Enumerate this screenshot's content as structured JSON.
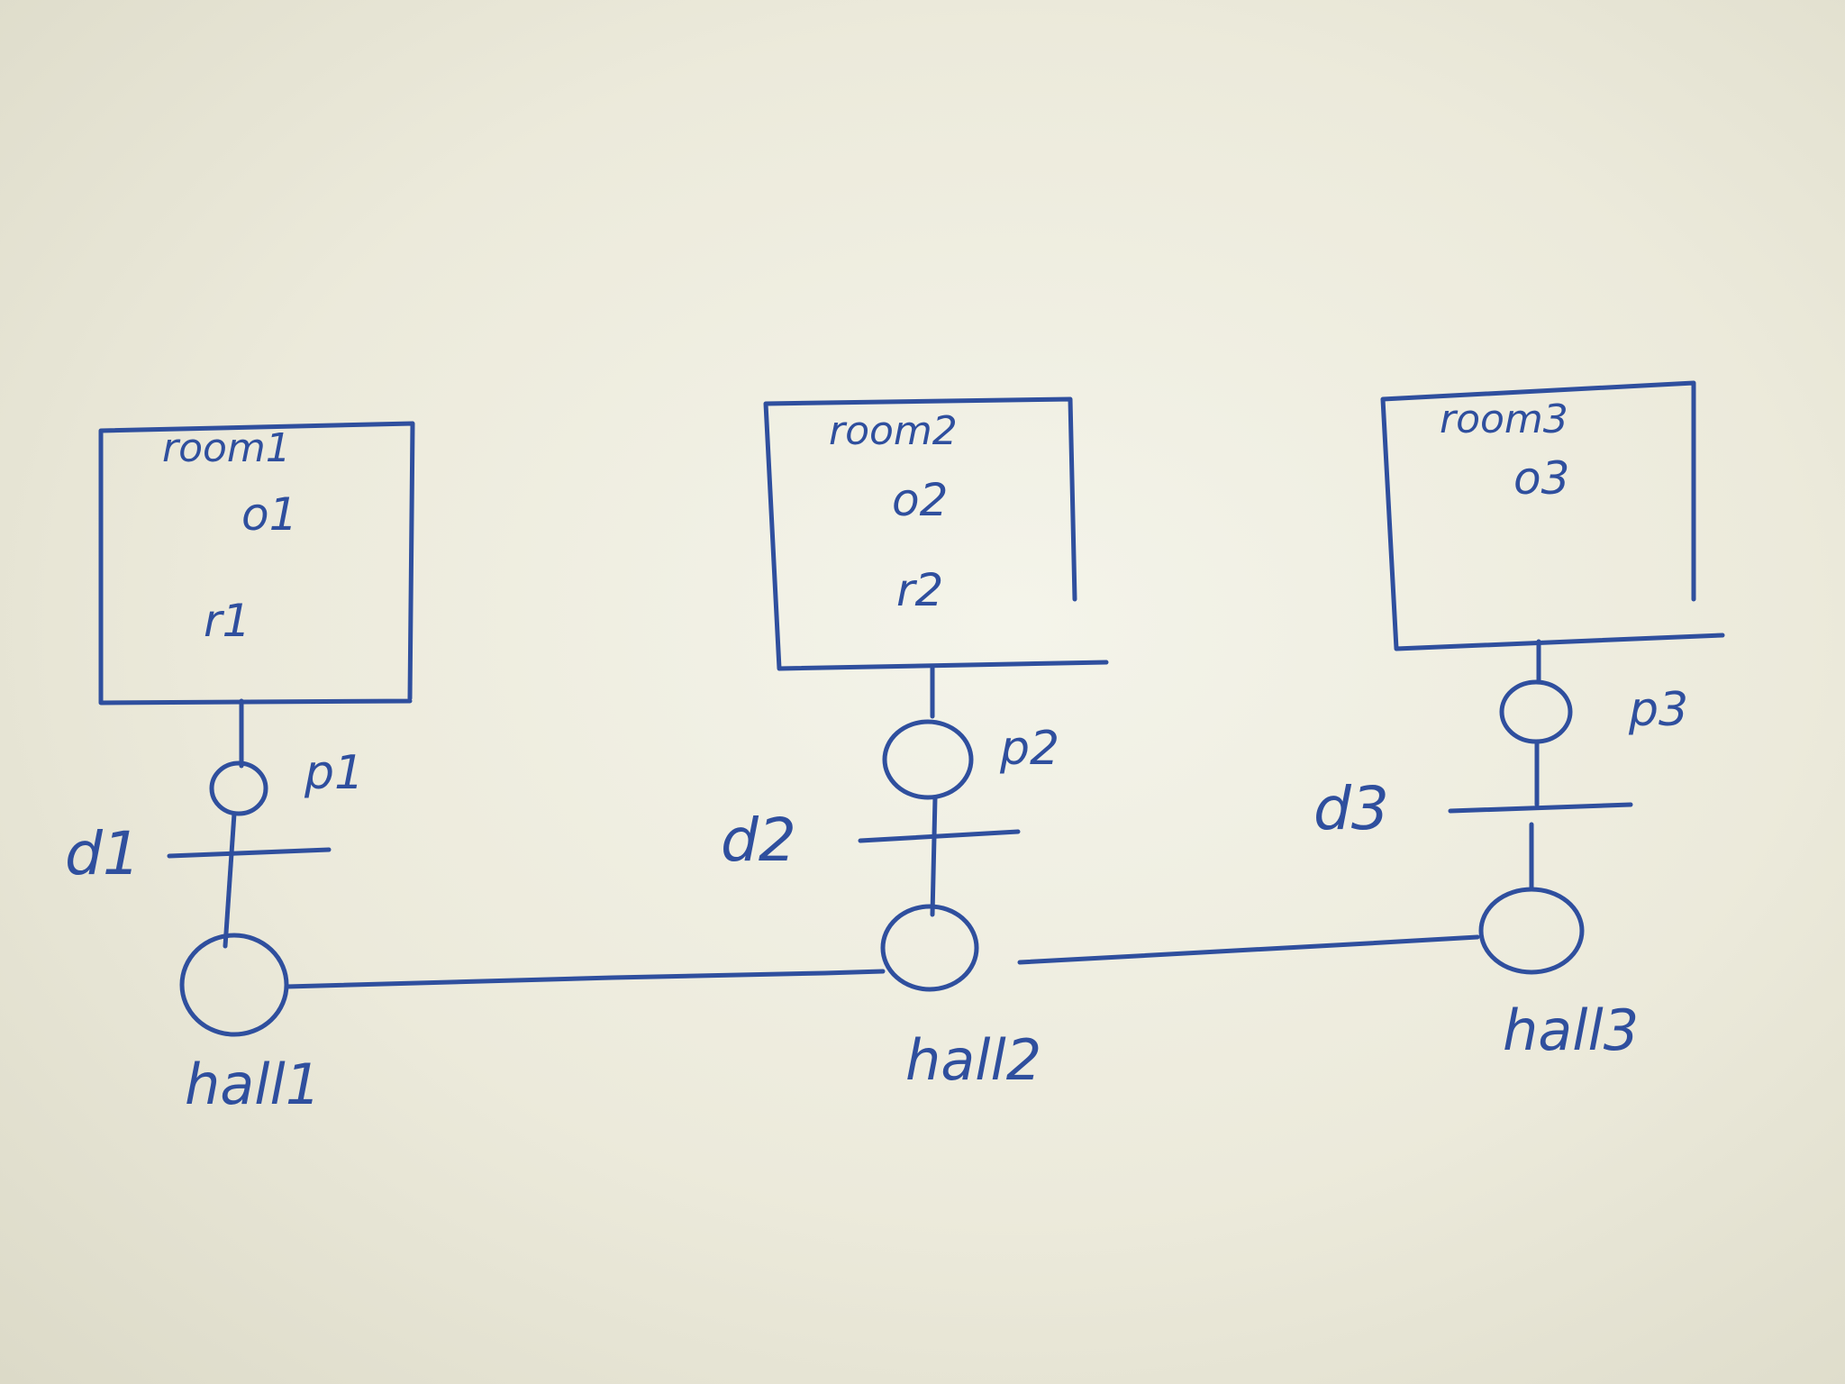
{
  "ink_color": "#2f4f9e",
  "paper_color": "#eceadb",
  "rooms": [
    {
      "name": "room1",
      "object": "o1",
      "item": "r1"
    },
    {
      "name": "room2",
      "object": "o2",
      "item": "r2"
    },
    {
      "name": "room3",
      "object": "o3",
      "item": ""
    }
  ],
  "ports": [
    "p1",
    "p2",
    "p3"
  ],
  "doors": [
    "d1",
    "d2",
    "d3"
  ],
  "halls": [
    "hall1",
    "hall2",
    "hall3"
  ]
}
